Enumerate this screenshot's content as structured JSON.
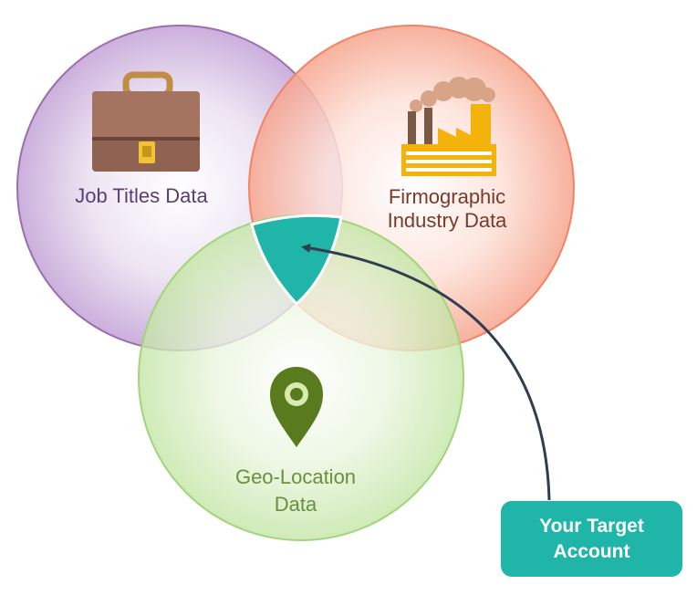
{
  "circles": {
    "job_titles": {
      "label": "Job Titles Data",
      "icon": "briefcase-icon",
      "stroke": "#9a6eb0",
      "text_color": "#5a3f72"
    },
    "firmographic": {
      "label_line1": "Firmographic",
      "label_line2": "Industry Data",
      "icon": "factory-icon",
      "stroke": "#ef8466",
      "text_color": "#7a3a2a"
    },
    "geo_location": {
      "label_line1": "Geo-Location",
      "label_line2": "Data",
      "icon": "map-pin-icon",
      "stroke": "#a2d57a",
      "text_color": "#6b8e3f"
    }
  },
  "intersection": {
    "color": "#1fb5a9"
  },
  "target_badge": {
    "line1": "Your Target",
    "line2": "Account",
    "color": "#1fb5a9"
  },
  "arrow": {
    "color": "#2f3e4e"
  }
}
